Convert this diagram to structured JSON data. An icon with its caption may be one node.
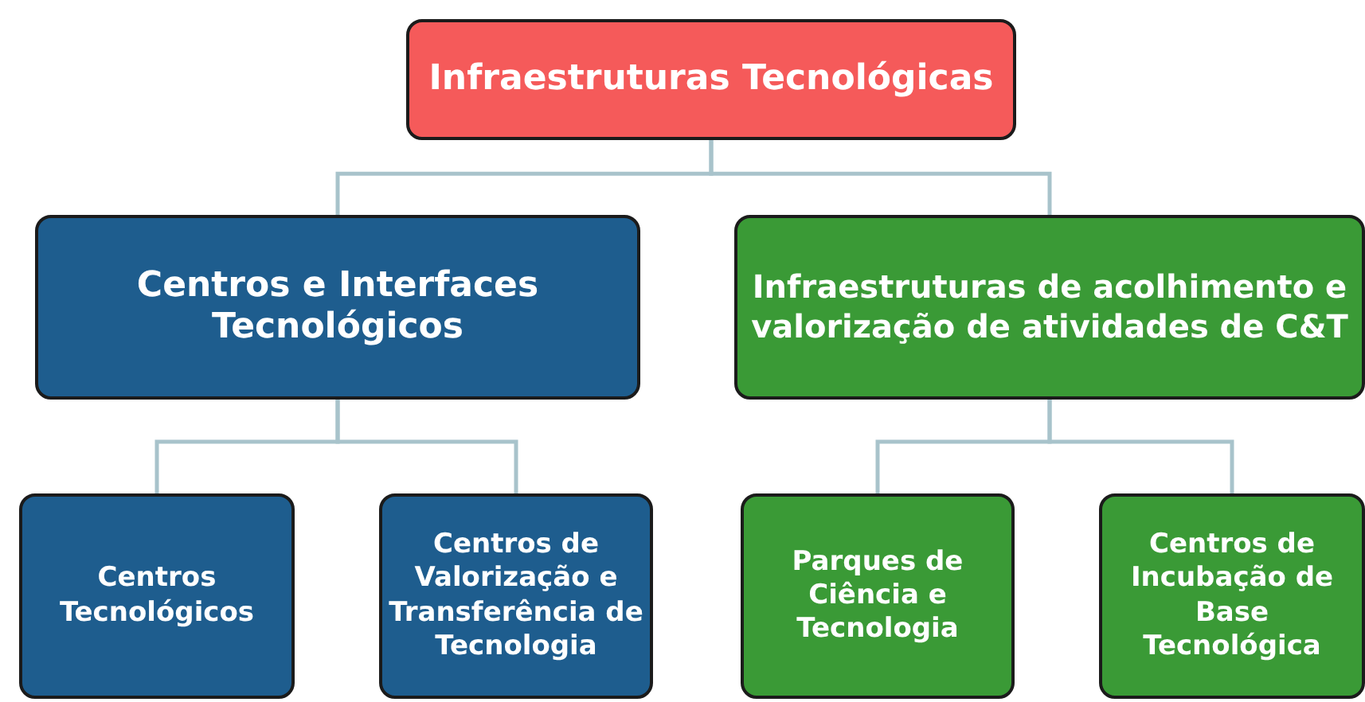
{
  "diagram": {
    "nodes": [
      {
        "text": [
          "Infraestruturas Tecnológicas"
        ]
      },
      {
        "text": [
          "Centros e Interfaces Tecnológicos"
        ]
      },
      {
        "text": [
          "Infraestruturas de acolhimento e valorização de atividades de C&T"
        ]
      },
      {
        "text": [
          "Centros Tecnológicos"
        ]
      },
      {
        "text": [
          "Centros de Valorização e Transferência de Tecnologia"
        ]
      },
      {
        "text": [
          "Parques de Ciência e Tecnologia"
        ]
      },
      {
        "text": [
          "Centros de Incubação de Base Tecnológica"
        ]
      }
    ],
    "edges": [
      {
        "from": 0,
        "to": 1,
        "arrow": "none"
      },
      {
        "from": 0,
        "to": 2,
        "arrow": "none"
      },
      {
        "from": 1,
        "to": 3,
        "arrow": "none"
      },
      {
        "from": 1,
        "to": 4,
        "arrow": "none"
      },
      {
        "from": 2,
        "to": 5,
        "arrow": "none"
      },
      {
        "from": 2,
        "to": 6,
        "arrow": "none"
      }
    ]
  }
}
